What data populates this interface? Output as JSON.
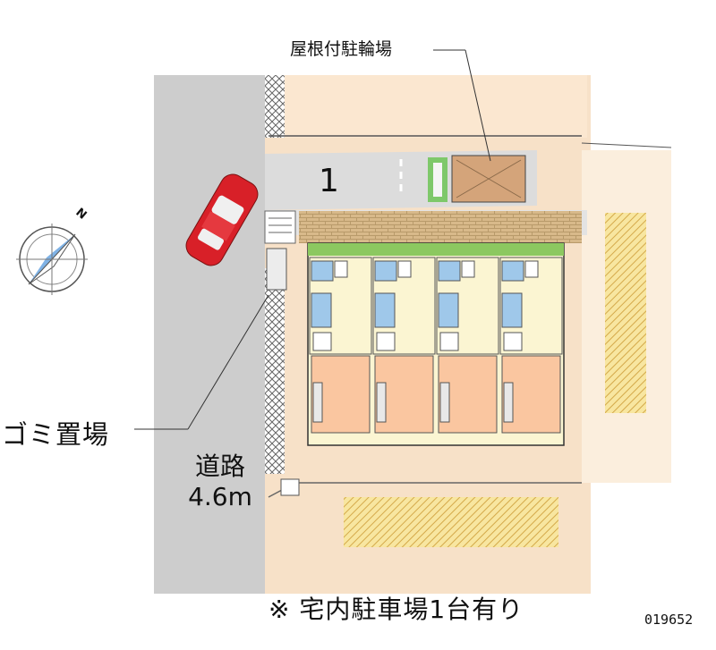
{
  "labels": {
    "bike_parking": "屋根付駐輪場",
    "garbage": "ゴミ置場",
    "road_name": "道路",
    "road_width": "4.6m",
    "parking_number": "1",
    "note": "※ 宅内駐車場1台有り",
    "code": "019652",
    "compass_north": "N"
  },
  "colors": {
    "road": "#cdcdcd",
    "site": "#f7e1c8",
    "building_floor": "#fac6a0",
    "hallway": "#fbf5d2",
    "bath": "#9fc8ea",
    "brick": "#b79a6a",
    "car": "#e0262c",
    "neighbor_hatch": "#e5c470"
  },
  "units": [
    {
      "id": 1
    },
    {
      "id": 2
    },
    {
      "id": 3
    },
    {
      "id": 4
    }
  ]
}
